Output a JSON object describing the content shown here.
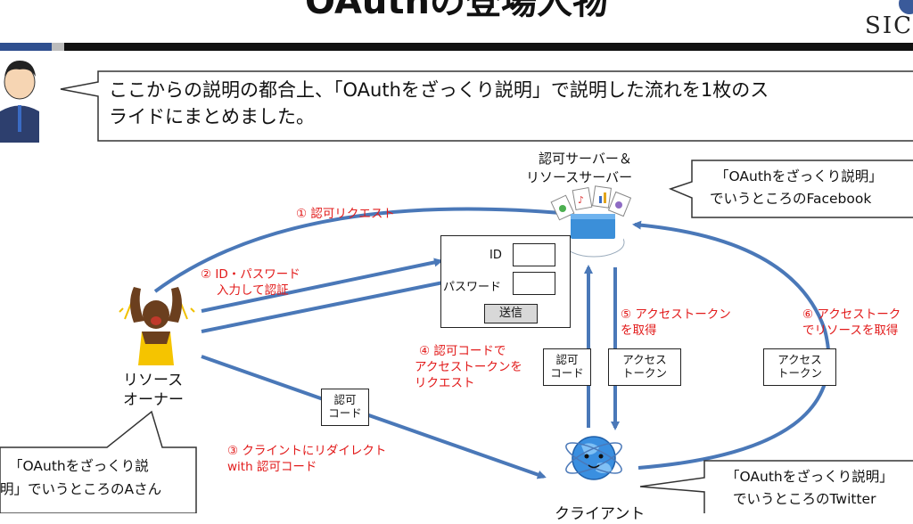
{
  "header": {
    "title": "OAuthの登場人物",
    "logo_text": "SIC"
  },
  "narrator": {
    "line1": "ここからの説明の都合上、「OAuthをざっくり説明」で説明した流れを1枚のス",
    "line2": "ライドにまとめました。"
  },
  "auth_server": {
    "label_line1": "認可サーバー＆",
    "label_line2": "リソースサーバー",
    "note_line1": "「OAuthをざっくり説明」",
    "note_line2": "でいうところのFacebook"
  },
  "resource_owner": {
    "label_line1": "リソース",
    "label_line2": "オーナー",
    "note_line1": "「OAuthをざっくり説",
    "note_line2": "明」でいうところのAさん"
  },
  "client": {
    "label": "クライアント",
    "note_line1": "「OAuthをざっくり説明」",
    "note_line2": "でいうところのTwitter"
  },
  "login_form": {
    "id_label": "ID",
    "password_label": "パスワード",
    "submit_label": "送信"
  },
  "steps": {
    "s1": "① 認可リクエスト",
    "s2_line1": "② ID・パスワード",
    "s2_line2": "入力して認証",
    "s3_line1": "③ クライントにリダイレクト",
    "s3_line2": "with 認可コード",
    "s4_line1": "④ 認可コードで",
    "s4_line2": "アクセストークンを",
    "s4_line3": "リクエスト",
    "s5_line1": "⑤ アクセストークン",
    "s5_line2": "を取得",
    "s6_line1": "⑥ アクセストーク",
    "s6_line2": "でリソースを取得"
  },
  "tokens": {
    "code_redirect_line1": "認可",
    "code_redirect_line2": "コード",
    "code_request_line1": "認可",
    "code_request_line2": "コード",
    "token_get_line1": "アクセス",
    "token_get_line2": "トークン",
    "token_use_line1": "アクセス",
    "token_use_line2": "トークン"
  },
  "colors": {
    "arrow": "#4a78b8",
    "step_text": "#e21b1b",
    "header_bar": "#111111",
    "accent_blue": "#2f4f8f"
  }
}
